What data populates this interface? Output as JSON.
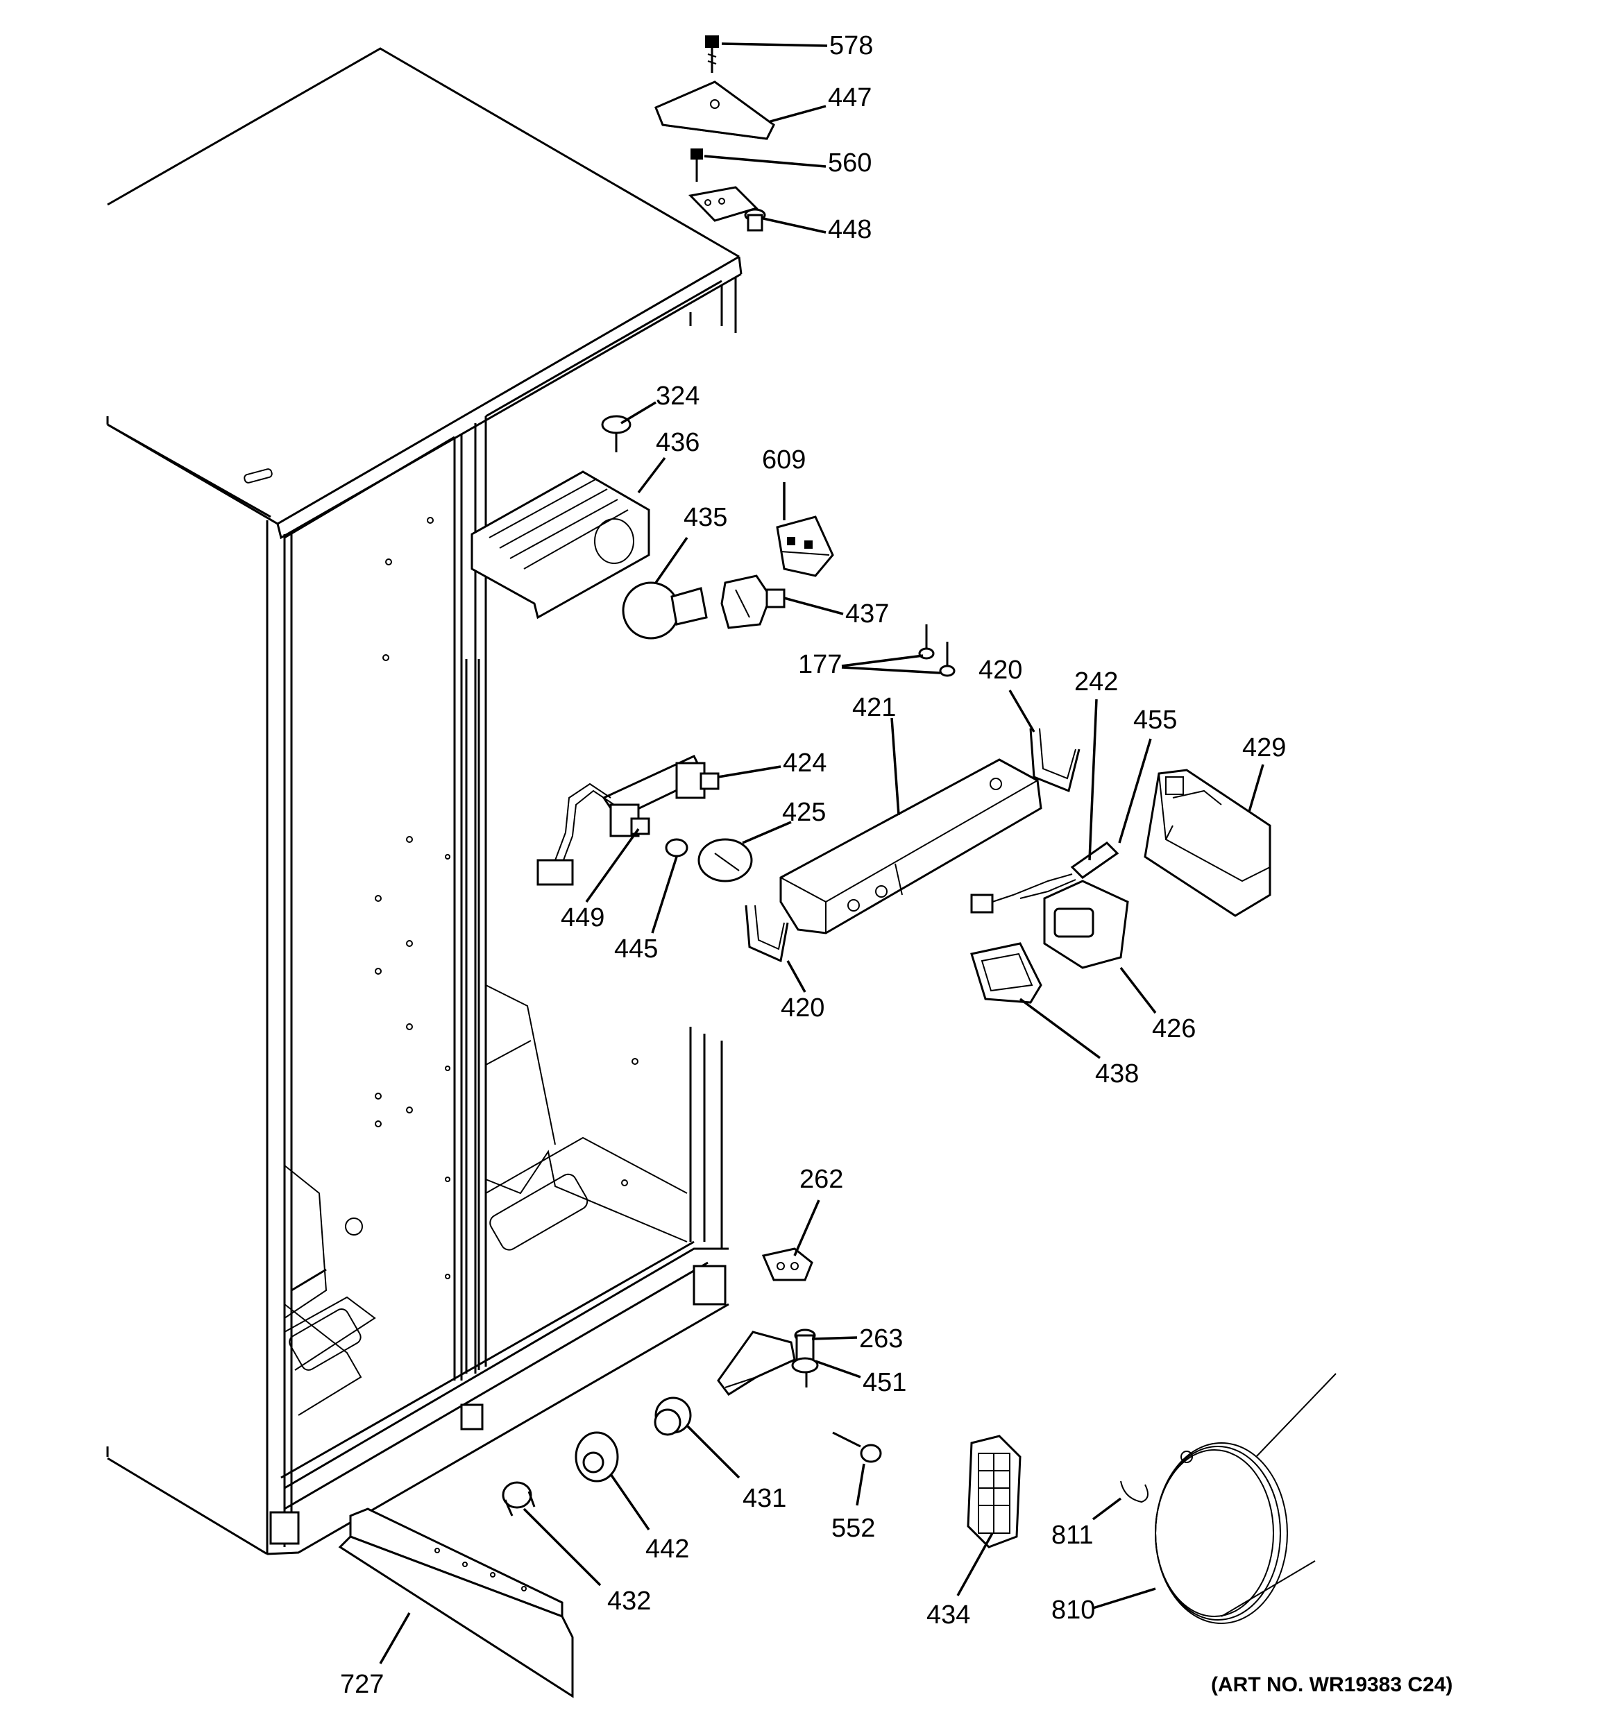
{
  "callouts": [
    {
      "id": "578",
      "label": "578"
    },
    {
      "id": "447",
      "label": "447"
    },
    {
      "id": "560",
      "label": "560"
    },
    {
      "id": "448",
      "label": "448"
    },
    {
      "id": "324",
      "label": "324"
    },
    {
      "id": "436",
      "label": "436"
    },
    {
      "id": "609",
      "label": "609"
    },
    {
      "id": "435",
      "label": "435"
    },
    {
      "id": "437",
      "label": "437"
    },
    {
      "id": "177",
      "label": "177"
    },
    {
      "id": "420a",
      "label": "420"
    },
    {
      "id": "242",
      "label": "242"
    },
    {
      "id": "421",
      "label": "421"
    },
    {
      "id": "455",
      "label": "455"
    },
    {
      "id": "429",
      "label": "429"
    },
    {
      "id": "424",
      "label": "424"
    },
    {
      "id": "425",
      "label": "425"
    },
    {
      "id": "449",
      "label": "449"
    },
    {
      "id": "445",
      "label": "445"
    },
    {
      "id": "420b",
      "label": "420"
    },
    {
      "id": "426",
      "label": "426"
    },
    {
      "id": "438",
      "label": "438"
    },
    {
      "id": "262",
      "label": "262"
    },
    {
      "id": "263",
      "label": "263"
    },
    {
      "id": "451",
      "label": "451"
    },
    {
      "id": "431",
      "label": "431"
    },
    {
      "id": "442",
      "label": "442"
    },
    {
      "id": "552",
      "label": "552"
    },
    {
      "id": "811",
      "label": "811"
    },
    {
      "id": "810",
      "label": "810"
    },
    {
      "id": "434",
      "label": "434"
    },
    {
      "id": "432",
      "label": "432"
    },
    {
      "id": "727",
      "label": "727"
    }
  ],
  "art_number": "(ART NO. WR19383 C24)"
}
